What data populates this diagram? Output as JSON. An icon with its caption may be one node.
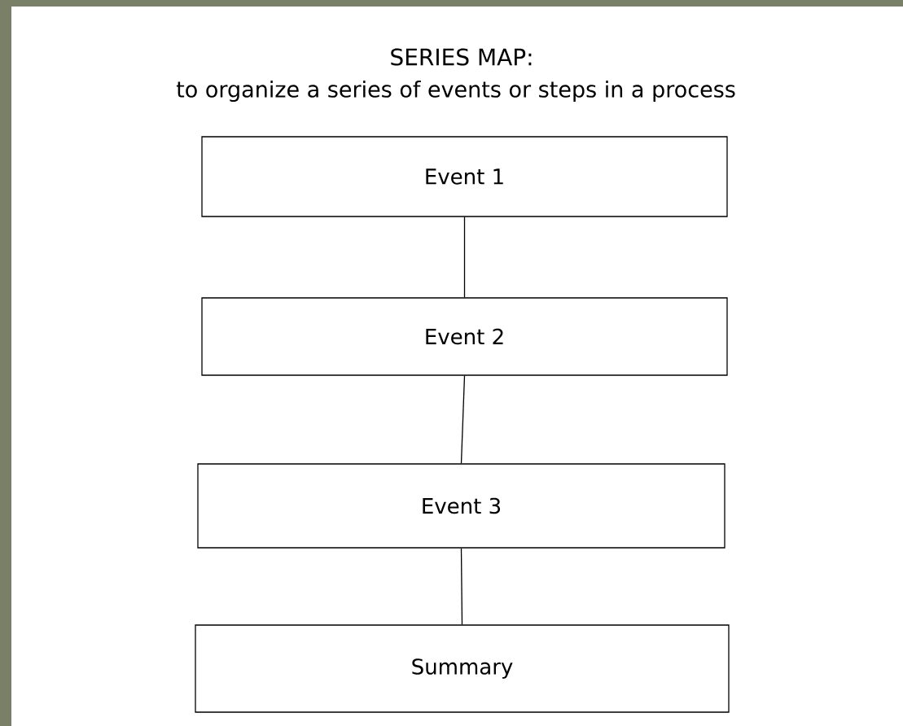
{
  "diagram": {
    "title": "SERIES MAP:",
    "nodes": [
      {
        "text": [
          "Event 1"
        ]
      },
      {
        "text": [
          "Event 2"
        ]
      },
      {
        "text": [
          "Event 3"
        ]
      },
      {
        "text": [
          "Summary"
        ]
      }
    ],
    "edges": [
      {
        "from": 0,
        "to": 1,
        "arrow": "none"
      },
      {
        "from": 1,
        "to": 2,
        "arrow": "none"
      },
      {
        "from": 2,
        "to": 3,
        "arrow": "none"
      }
    ],
    "labels": [
      "to organize a series of events or steps in a process"
    ]
  }
}
